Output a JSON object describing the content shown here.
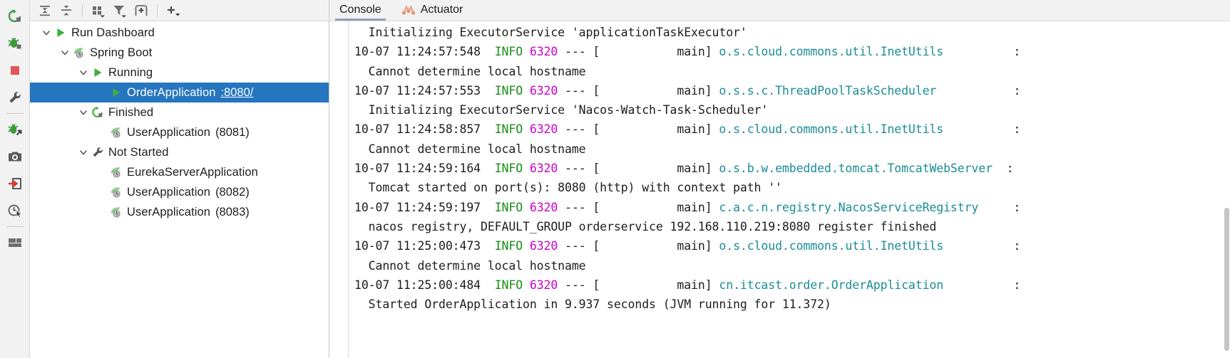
{
  "rail": {
    "items": [
      {
        "name": "rerun-icon",
        "title": "Rerun"
      },
      {
        "name": "debug-icon",
        "title": "Debug"
      },
      {
        "name": "stop-icon",
        "title": "Stop"
      },
      {
        "name": "settings-wrench-icon",
        "title": "Settings"
      },
      {
        "name": "separator",
        "title": ""
      },
      {
        "name": "debug-attach-icon",
        "title": "Attach Debugger"
      },
      {
        "name": "camera-icon",
        "title": "Screenshot"
      },
      {
        "name": "import-arrow-icon",
        "title": "Import"
      },
      {
        "name": "clock-cursor-icon",
        "title": "History"
      },
      {
        "name": "separator",
        "title": ""
      },
      {
        "name": "layout-icon",
        "title": "Layout"
      }
    ]
  },
  "tree_toolbar": {
    "buttons": [
      {
        "name": "expand-all-icon",
        "title": "Expand All"
      },
      {
        "name": "collapse-all-icon",
        "title": "Collapse All"
      },
      {
        "name": "separator",
        "title": ""
      },
      {
        "name": "group-by-icon",
        "title": "Group By"
      },
      {
        "name": "filter-icon",
        "title": "Filter"
      },
      {
        "name": "add-tab-icon",
        "title": "Add Tab"
      },
      {
        "name": "separator",
        "title": ""
      },
      {
        "name": "add-icon",
        "title": "Add"
      }
    ]
  },
  "tree": {
    "rows": [
      {
        "label": "Run Dashboard",
        "port": "",
        "indent": 0,
        "twist": "down",
        "icon": "run-green-triangle-icon",
        "selected": false
      },
      {
        "label": "Spring Boot",
        "port": "",
        "indent": 1,
        "twist": "down",
        "icon": "spring-boot-leaf-icon",
        "selected": false
      },
      {
        "label": "Running",
        "port": "",
        "indent": 2,
        "twist": "down",
        "icon": "run-green-triangle-icon",
        "selected": false
      },
      {
        "label": "OrderApplication",
        "port": ":8080/",
        "indent": 3,
        "twist": "none",
        "icon": "run-green-triangle-icon",
        "selected": true
      },
      {
        "label": "Finished",
        "port": "",
        "indent": 2,
        "twist": "down",
        "icon": "rerun-green-icon",
        "selected": false
      },
      {
        "label": "UserApplication",
        "port": "(8081)",
        "indent": 3,
        "twist": "none",
        "icon": "spring-boot-leaf-icon",
        "selected": false
      },
      {
        "label": "Not Started",
        "port": "",
        "indent": 2,
        "twist": "down",
        "icon": "wrench-icon",
        "selected": false
      },
      {
        "label": "EurekaServerApplication",
        "port": "",
        "indent": 3,
        "twist": "none",
        "icon": "spring-boot-leaf-icon",
        "selected": false
      },
      {
        "label": "UserApplication",
        "port": "(8082)",
        "indent": 3,
        "twist": "none",
        "icon": "spring-boot-leaf-icon",
        "selected": false
      },
      {
        "label": "UserApplication",
        "port": "(8083)",
        "indent": 3,
        "twist": "none",
        "icon": "spring-boot-leaf-icon",
        "selected": false
      }
    ]
  },
  "console": {
    "tabs": [
      {
        "label": "Console",
        "icon": "",
        "active": true
      },
      {
        "label": "Actuator",
        "icon": "actuator-graph-icon",
        "active": false
      }
    ],
    "colors": {
      "level": "#188c18",
      "pid": "#cc00cc",
      "logger": "#1a8c96",
      "selection": "#2675bf"
    },
    "lines": [
      [
        {
          "t": "  Initializing ExecutorService 'applicationTaskExecutor'",
          "c": "plain"
        }
      ],
      [
        {
          "t": "10-07 11:24:57:548  ",
          "c": "plain"
        },
        {
          "t": "INFO",
          "c": "level"
        },
        {
          "t": " ",
          "c": "plain"
        },
        {
          "t": "6320",
          "c": "pid"
        },
        {
          "t": " --- [           main] ",
          "c": "plain"
        },
        {
          "t": "o.s.cloud.commons.util.InetUtils",
          "c": "logger"
        },
        {
          "t": "          :",
          "c": "plain"
        }
      ],
      [
        {
          "t": "  Cannot determine local hostname",
          "c": "plain"
        }
      ],
      [
        {
          "t": "10-07 11:24:57:553  ",
          "c": "plain"
        },
        {
          "t": "INFO",
          "c": "level"
        },
        {
          "t": " ",
          "c": "plain"
        },
        {
          "t": "6320",
          "c": "pid"
        },
        {
          "t": " --- [           main] ",
          "c": "plain"
        },
        {
          "t": "o.s.s.c.ThreadPoolTaskScheduler",
          "c": "logger"
        },
        {
          "t": "           :",
          "c": "plain"
        }
      ],
      [
        {
          "t": "  Initializing ExecutorService 'Nacos-Watch-Task-Scheduler'",
          "c": "plain"
        }
      ],
      [
        {
          "t": "10-07 11:24:58:857  ",
          "c": "plain"
        },
        {
          "t": "INFO",
          "c": "level"
        },
        {
          "t": " ",
          "c": "plain"
        },
        {
          "t": "6320",
          "c": "pid"
        },
        {
          "t": " --- [           main] ",
          "c": "plain"
        },
        {
          "t": "o.s.cloud.commons.util.InetUtils",
          "c": "logger"
        },
        {
          "t": "          :",
          "c": "plain"
        }
      ],
      [
        {
          "t": "  Cannot determine local hostname",
          "c": "plain"
        }
      ],
      [
        {
          "t": "10-07 11:24:59:164  ",
          "c": "plain"
        },
        {
          "t": "INFO",
          "c": "level"
        },
        {
          "t": " ",
          "c": "plain"
        },
        {
          "t": "6320",
          "c": "pid"
        },
        {
          "t": " --- [           main] ",
          "c": "plain"
        },
        {
          "t": "o.s.b.w.embedded.tomcat.TomcatWebServer",
          "c": "logger"
        },
        {
          "t": "  :",
          "c": "plain"
        }
      ],
      [
        {
          "t": "  Tomcat started on port(s): 8080 (http) with context path ''",
          "c": "plain"
        }
      ],
      [
        {
          "t": "10-07 11:24:59:197  ",
          "c": "plain"
        },
        {
          "t": "INFO",
          "c": "level"
        },
        {
          "t": " ",
          "c": "plain"
        },
        {
          "t": "6320",
          "c": "pid"
        },
        {
          "t": " --- [           main] ",
          "c": "plain"
        },
        {
          "t": "c.a.c.n.registry.NacosServiceRegistry",
          "c": "logger"
        },
        {
          "t": "     :",
          "c": "plain"
        }
      ],
      [
        {
          "t": "  nacos registry, DEFAULT_GROUP orderservice 192.168.110.219:8080 register finished",
          "c": "plain"
        }
      ],
      [
        {
          "t": "10-07 11:25:00:473  ",
          "c": "plain"
        },
        {
          "t": "INFO",
          "c": "level"
        },
        {
          "t": " ",
          "c": "plain"
        },
        {
          "t": "6320",
          "c": "pid"
        },
        {
          "t": " --- [           main] ",
          "c": "plain"
        },
        {
          "t": "o.s.cloud.commons.util.InetUtils",
          "c": "logger"
        },
        {
          "t": "          :",
          "c": "plain"
        }
      ],
      [
        {
          "t": "  Cannot determine local hostname",
          "c": "plain"
        }
      ],
      [
        {
          "t": "10-07 11:25:00:484  ",
          "c": "plain"
        },
        {
          "t": "INFO",
          "c": "level"
        },
        {
          "t": " ",
          "c": "plain"
        },
        {
          "t": "6320",
          "c": "pid"
        },
        {
          "t": " --- [           main] ",
          "c": "plain"
        },
        {
          "t": "cn.itcast.order.OrderApplication",
          "c": "logger"
        },
        {
          "t": "          :",
          "c": "plain"
        }
      ],
      [
        {
          "t": "  Started OrderApplication in 9.937 seconds (JVM running for 11.372)",
          "c": "plain"
        }
      ]
    ]
  },
  "scrollbar": {
    "thumb_top_pct": 58,
    "thumb_height_pct": 40
  }
}
